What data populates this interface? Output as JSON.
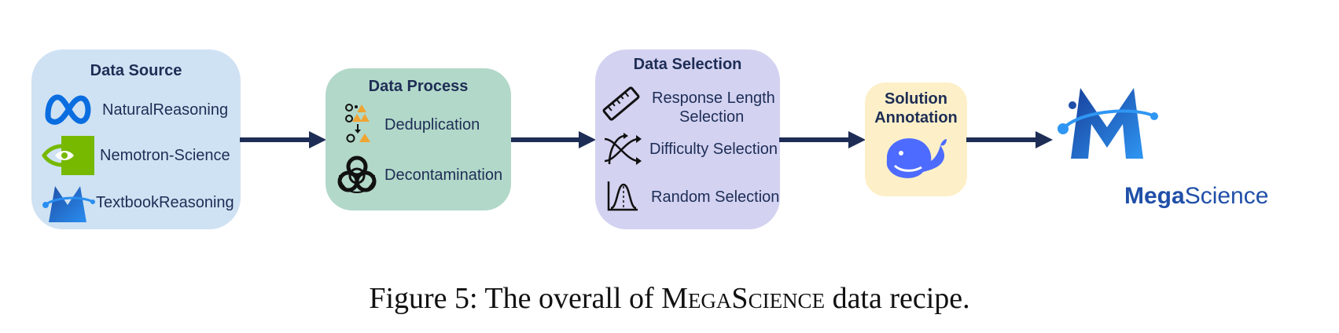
{
  "data_source": {
    "title": "Data Source",
    "items": [
      "NaturalReasoning",
      "Nemotron-Science",
      "TextbookReasoning"
    ]
  },
  "data_process": {
    "title": "Data Process",
    "items": [
      "Deduplication",
      "Decontamination"
    ]
  },
  "data_selection": {
    "title": "Data Selection",
    "items": [
      "Response Length",
      "Selection",
      "Difficulty Selection",
      "Random Selection"
    ]
  },
  "solution_annotation": {
    "title_line1": "Solution",
    "title_line2": "Annotation"
  },
  "brand": {
    "part1": "Mega",
    "part2": "Science"
  },
  "caption": {
    "prefix": "Figure 5: The overall of ",
    "name": "MegaScience",
    "suffix": " data recipe."
  },
  "colors": {
    "source_bg": "#cfe2f3",
    "process_bg": "#b2d8c9",
    "selection_bg": "#d3d2f1",
    "annotation_bg": "#fdf0c8",
    "arrow": "#1e2d55",
    "brand": "#1f4fa8"
  },
  "icons": [
    "meta-logo-icon",
    "nvidia-logo-icon",
    "megascience-logo-icon",
    "dedup-icon",
    "biohazard-icon",
    "ruler-icon",
    "difficulty-arrows-icon",
    "distribution-icon",
    "whale-icon"
  ]
}
